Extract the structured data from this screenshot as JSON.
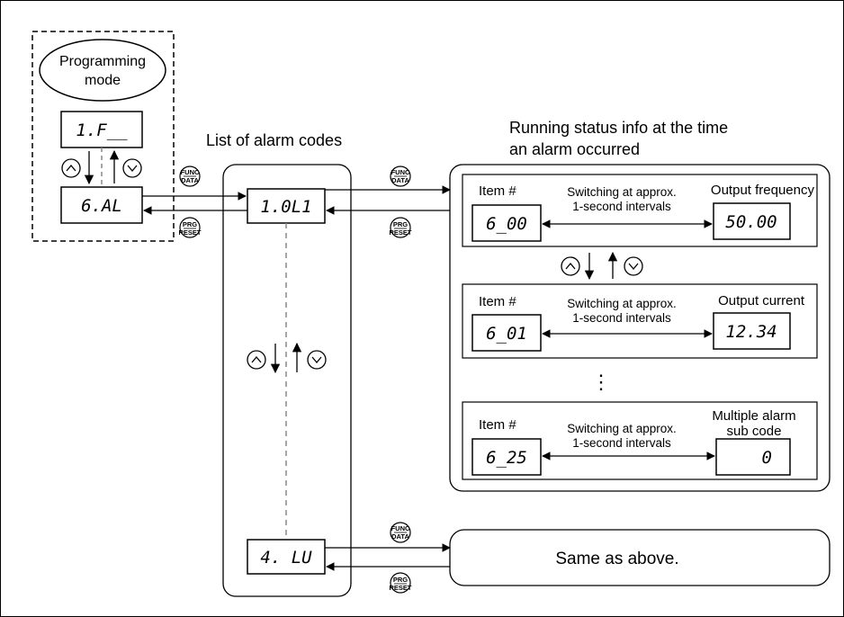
{
  "programming_mode": {
    "title_line1": "Programming",
    "title_line2": "mode",
    "display_top": "1.F__",
    "display_bottom": "6.AL"
  },
  "alarm_list": {
    "title": "List of alarm codes",
    "first_code": "1.0L1",
    "last_code": "4. LU"
  },
  "running_status": {
    "title_line1": "Running status info at the time",
    "title_line2": "an alarm occurred",
    "item_label": "Item #",
    "switch_line1": "Switching at approx.",
    "switch_line2": "1-second intervals",
    "items": [
      {
        "code": "6_00",
        "name": "Output frequency",
        "name_line2": "",
        "value": "50.00"
      },
      {
        "code": "6_01",
        "name": "Output current",
        "name_line2": "",
        "value": "12.34"
      },
      {
        "code": "6_25",
        "name": "Multiple alarm",
        "name_line2": "sub code",
        "value": "0"
      }
    ],
    "continuation": "⋮"
  },
  "same_box": {
    "text": "Same as above."
  },
  "keys": {
    "func_top": "FUNC",
    "func_bottom": "DATA",
    "prg_top": "PRG",
    "prg_bottom": "RESET"
  },
  "icons": [
    "up-arrow-key-icon",
    "down-arrow-key-icon",
    "func-data-key-icon",
    "prg-reset-key-icon"
  ]
}
